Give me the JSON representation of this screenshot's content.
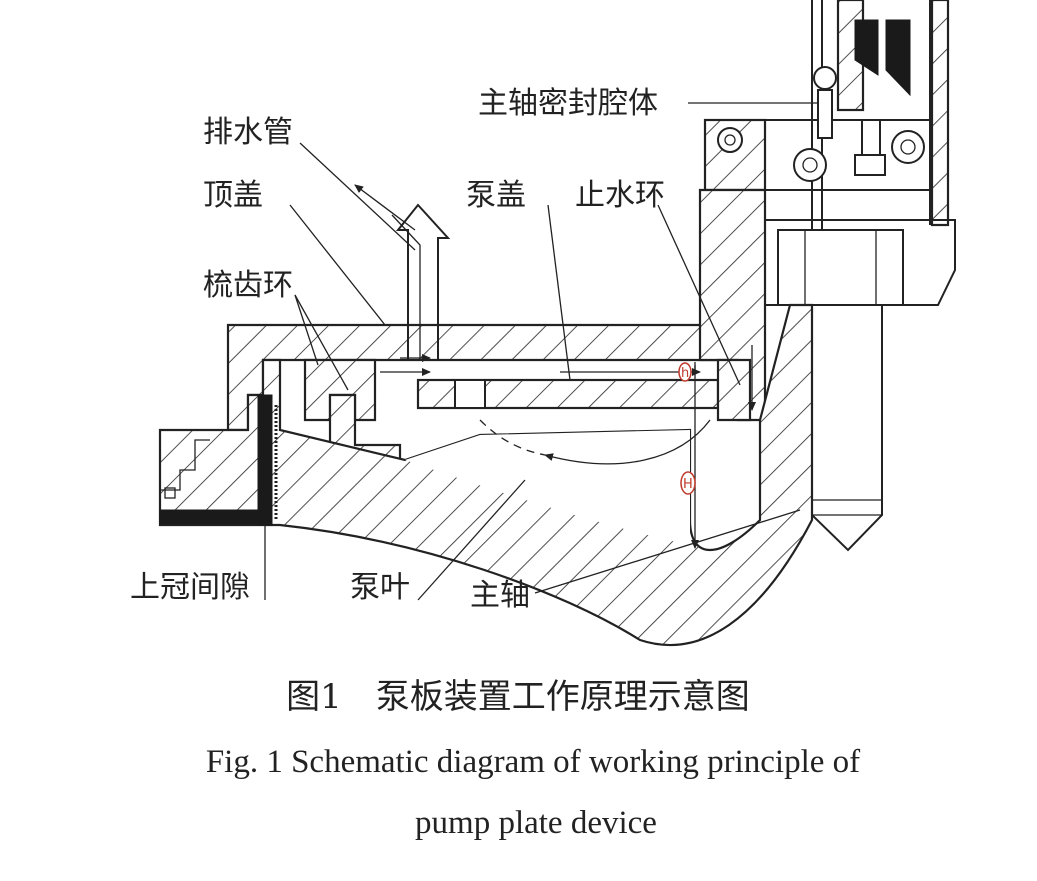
{
  "labels": {
    "drain_pipe": "排水管",
    "top_cover": "顶盖",
    "comb_ring": "梳齿环",
    "upper_crown_gap": "上冠间隙",
    "pump_vane": "泵叶",
    "main_shaft": "主轴",
    "pump_cover": "泵盖",
    "water_stop_ring": "止水环",
    "shaft_seal_cavity": "主轴密封腔体"
  },
  "dimensions": {
    "h": "h",
    "H": "H"
  },
  "caption": {
    "cn": "图1　泵板装置工作原理示意图",
    "en_line1": "Fig. 1    Schematic diagram of working principle of",
    "en_line2": "pump plate device"
  },
  "colors": {
    "ink": "#222222",
    "dimension_mark": "#c0392b",
    "background": "#ffffff"
  }
}
